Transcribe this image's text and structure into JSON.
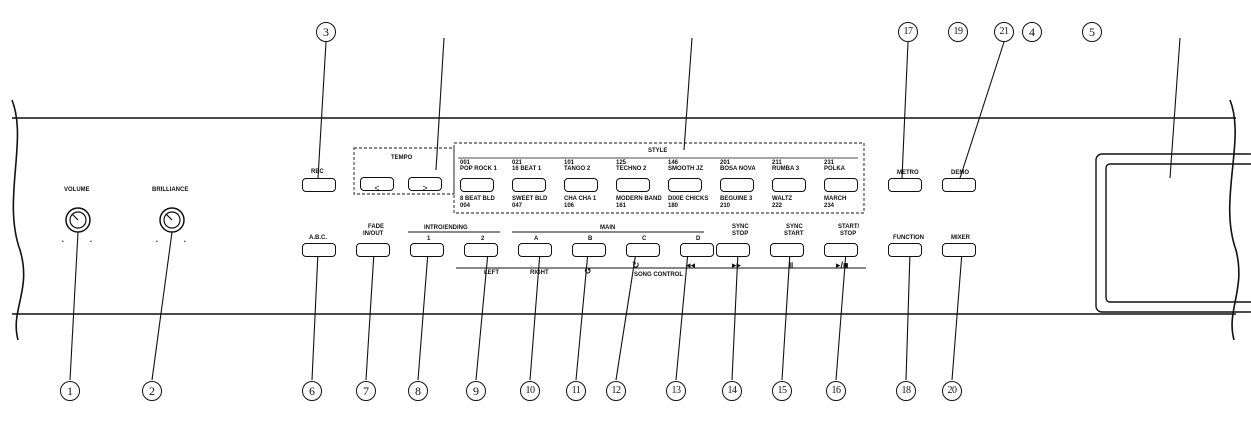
{
  "panel": {
    "volume_label": "VOLUME",
    "brilliance_label": "BRILLIANCE",
    "rec_label": "REC",
    "tempo_label": "TEMPO",
    "tempo_down": "<",
    "tempo_up": ">",
    "style_label": "STYLE",
    "abc_label": "A.B.C.",
    "fade_label_1": "FADE",
    "fade_label_2": "IN/OUT",
    "intro_ending_label": "INTRO/ENDING",
    "intro_1": "1",
    "intro_2": "2",
    "main_label": "MAIN",
    "main_a": "A",
    "main_b": "B",
    "main_c": "C",
    "main_d": "D",
    "sync_stop_1": "SYNC",
    "sync_stop_2": "STOP",
    "sync_start_1": "SYNC",
    "sync_start_2": "START",
    "start_stop_1": "START/",
    "start_stop_2": "STOP",
    "song_left": "LEFT",
    "song_right": "RIGHT",
    "song_control_label": "SONG CONTROL",
    "metro_label": "METRO",
    "demo_label": "DEMO",
    "function_label": "FUNCTION",
    "mixer_label": "MIXER"
  },
  "style_buttons": [
    {
      "top_num": "001",
      "top_name": "POP ROCK 1",
      "bottom_name": "8 BEAT BLD",
      "bottom_num": "004"
    },
    {
      "top_num": "021",
      "top_name": "16 BEAT 1",
      "bottom_name": "SWEET BLD",
      "bottom_num": "047"
    },
    {
      "top_num": "101",
      "top_name": "TANGO 2",
      "bottom_name": "CHA CHA 1",
      "bottom_num": "106"
    },
    {
      "top_num": "125",
      "top_name": "TECHNO 2",
      "bottom_name": "MODERN BAND",
      "bottom_num": "161"
    },
    {
      "top_num": "146",
      "top_name": "SMOOTH JZ",
      "bottom_name": "DIXIE CHICKS",
      "bottom_num": "180"
    },
    {
      "top_num": "201",
      "top_name": "BOSA NOVA",
      "bottom_name": "BEGUINE 3",
      "bottom_num": "210"
    },
    {
      "top_num": "211",
      "top_name": "RUMBA 3",
      "bottom_name": "WALTZ",
      "bottom_num": "222"
    },
    {
      "top_num": "231",
      "top_name": "POLKA",
      "bottom_name": "MARCH",
      "bottom_num": "234"
    }
  ],
  "callouts": [
    "1",
    "2",
    "3",
    "4",
    "5",
    "6",
    "7",
    "8",
    "9",
    "10",
    "11",
    "12",
    "13",
    "14",
    "15",
    "16",
    "17",
    "18",
    "19",
    "20",
    "21"
  ]
}
